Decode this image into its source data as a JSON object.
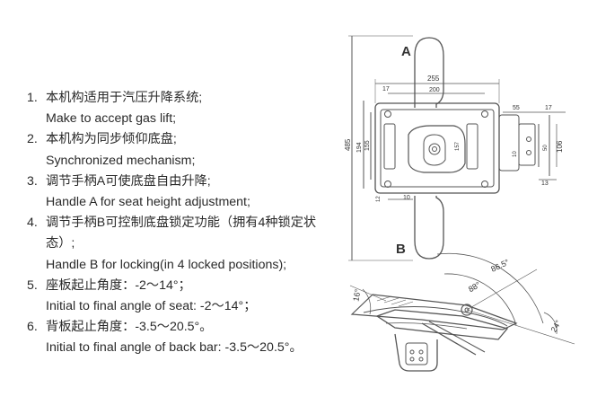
{
  "specs": [
    {
      "num": "1.",
      "cn": "本机构适用于汽压升降系统;",
      "en": "Make to accept gas lift;"
    },
    {
      "num": "2.",
      "cn": "本机构为同步倾仰底盘;",
      "en": "Synchronized mechanism;"
    },
    {
      "num": "3.",
      "cn": "调节手柄A可使底盘自由升降;",
      "en": "Handle A for seat height adjustment;"
    },
    {
      "num": "4.",
      "cn": "调节手柄B可控制底盘锁定功能（拥有4种锁定状态）;",
      "en": "Handle B for locking(in 4 locked positions);"
    },
    {
      "num": "5.",
      "cn": "座板起止角度：-2～14°；",
      "en": "Initial to final angle of seat: -2～14°；"
    },
    {
      "num": "6.",
      "cn": "背板起止角度：-3.5～20.5°。",
      "en": "Initial to final angle of back bar: -3.5～20.5°。"
    }
  ],
  "drawing": {
    "handle_a": "A",
    "handle_b": "B",
    "dims": {
      "d485": "485",
      "d194": "194",
      "d155": "155",
      "d255": "255",
      "d200": "200",
      "d17a": "17",
      "d17b": "17",
      "d55": "55",
      "d157": "157",
      "d50": "50",
      "d106": "106",
      "d10a": "10",
      "d10b": "10",
      "d12": "12",
      "d13": "13"
    },
    "angles": {
      "a865": "86.5°",
      "a88": "88°",
      "a16": "16°",
      "a24": "24°"
    }
  }
}
